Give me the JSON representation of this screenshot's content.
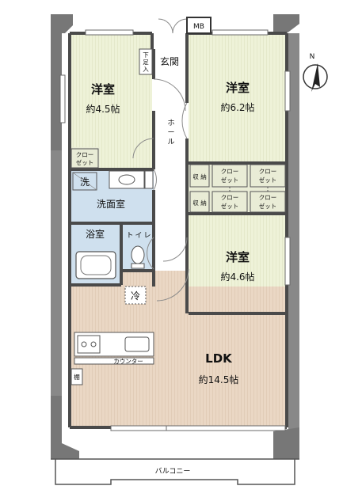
{
  "north_label": "N",
  "rooms": {
    "bedroom_a": {
      "name": "洋室",
      "size": "約4.5帖"
    },
    "bedroom_b": {
      "name": "洋室",
      "size": "約6.2帖"
    },
    "bedroom_c": {
      "name": "洋室",
      "size": "約4.6帖"
    },
    "ldk": {
      "name": "LDK",
      "size": "約14.5帖"
    },
    "entrance": "玄関",
    "shoe_box": [
      "下",
      "足",
      "入"
    ],
    "hall": [
      "ホ",
      "ー",
      "ル"
    ],
    "washroom": "洗面室",
    "wash_machine": "洗",
    "bath": "浴室",
    "toilet": [
      "ト",
      "イ",
      "レ"
    ],
    "fridge": "冷",
    "counter": "カウンター",
    "shelf": "棚",
    "meter_box": "MB",
    "balcony": "バルコニー"
  },
  "closets": {
    "closet_a": [
      "クロー",
      "ゼット"
    ],
    "closet_b1": [
      "クロー",
      "ゼット"
    ],
    "closet_b2": [
      "クロー",
      "ゼット"
    ],
    "closet_c1": [
      "クロー",
      "ゼット"
    ],
    "closet_c2": [
      "クロー",
      "ゼット"
    ],
    "storage_top": [
      "収",
      "納"
    ],
    "storage_bottom": [
      "収",
      "納"
    ]
  },
  "colors": {
    "bedroom_floor": "#eef2d8",
    "ldk_floor": "#ead7c4",
    "wet_area": "#cfe0ee",
    "closet": "#e9ecd6",
    "wall": "#4a4a4a",
    "wall_shadow": "#8d8d8d",
    "hall_floor": "#ffffff"
  }
}
